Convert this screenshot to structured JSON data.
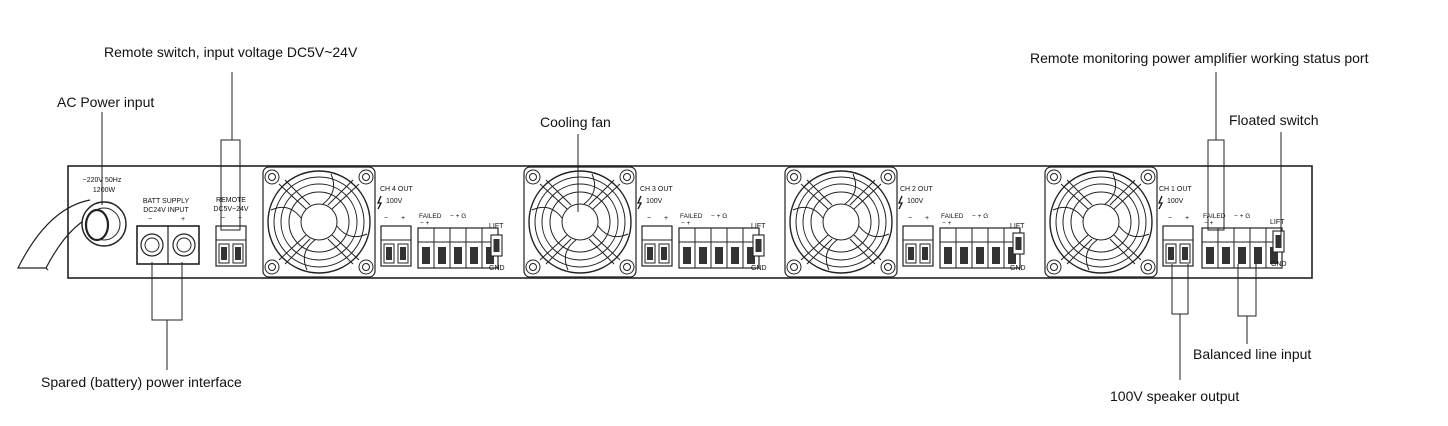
{
  "callouts": {
    "remote_switch": "Remote switch, input voltage DC5V~24V",
    "ac_power": "AC Power input",
    "cooling_fan": "Cooling fan",
    "remote_monitoring": "Remote monitoring power amplifier working status port",
    "floated_switch": "Floated switch",
    "spare_power": "Spared (battery) power interface",
    "balanced_line": "Balanced line input",
    "speaker_output": "100V speaker output"
  },
  "panel": {
    "ac_rating": "~220V 50Hz",
    "ac_watt": "1200W",
    "batt_label": "BATT  SUPPLY",
    "batt_sub": "DC24V  INPUT",
    "batt_minus": "−",
    "batt_plus": "+",
    "remote_label": "REMOTE",
    "remote_sub": "DC5V~24V",
    "channels": [
      {
        "out": "CH 4 OUT",
        "volt": "100V"
      },
      {
        "out": "CH 3 OUT",
        "volt": "100V"
      },
      {
        "out": "CH 2 OUT",
        "volt": "100V"
      },
      {
        "out": "CH 1 OUT",
        "volt": "100V"
      }
    ],
    "minus": "−",
    "plus": "+",
    "failed": "FAILED",
    "failed_signs": "−  +",
    "input_signs": "−  +  G",
    "lift": "LIFT",
    "gnd": "GND"
  }
}
